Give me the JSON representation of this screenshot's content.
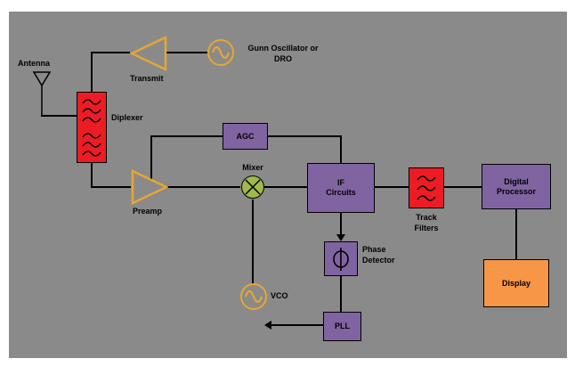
{
  "diagram": {
    "background_color": "#8a8a8a",
    "colors": {
      "filter_block": "#ed1c24",
      "processing_block": "#8064a2",
      "display_block": "#f79646",
      "analog_outline": "#e5a732",
      "mixer_fill": "#9fb94b",
      "line": "#000000"
    },
    "icons": {
      "antenna": "antenna-icon",
      "filter": "filter-squiggle-icon",
      "oscillator": "sine-wave-icon",
      "amplifier": "amplifier-triangle-icon",
      "mixer": "mixer-x-icon",
      "phase": "phi-symbol-icon",
      "arrow": "arrowhead-icon"
    },
    "nodes": {
      "antenna": {
        "label": "Antenna"
      },
      "diplexer": {
        "label": "Diplexer"
      },
      "transmit": {
        "label": "Transmit"
      },
      "gunn": {
        "lines": [
          "Gunn Oscillator or",
          "DRO"
        ]
      },
      "preamp": {
        "label": "Preamp"
      },
      "agc": {
        "label": "AGC"
      },
      "mixer": {
        "label": "Mixer"
      },
      "if_circuits": {
        "lines": [
          "IF",
          "Circuits"
        ]
      },
      "track_filters": {
        "lines": [
          "Track",
          "Filters"
        ]
      },
      "digital_processor": {
        "lines": [
          "Digital",
          "Processor"
        ]
      },
      "display": {
        "label": "Display"
      },
      "phase_detector": {
        "lines": [
          "Phase",
          "Detector"
        ]
      },
      "vco": {
        "label": "VCO"
      },
      "pll": {
        "label": "PLL"
      }
    }
  }
}
